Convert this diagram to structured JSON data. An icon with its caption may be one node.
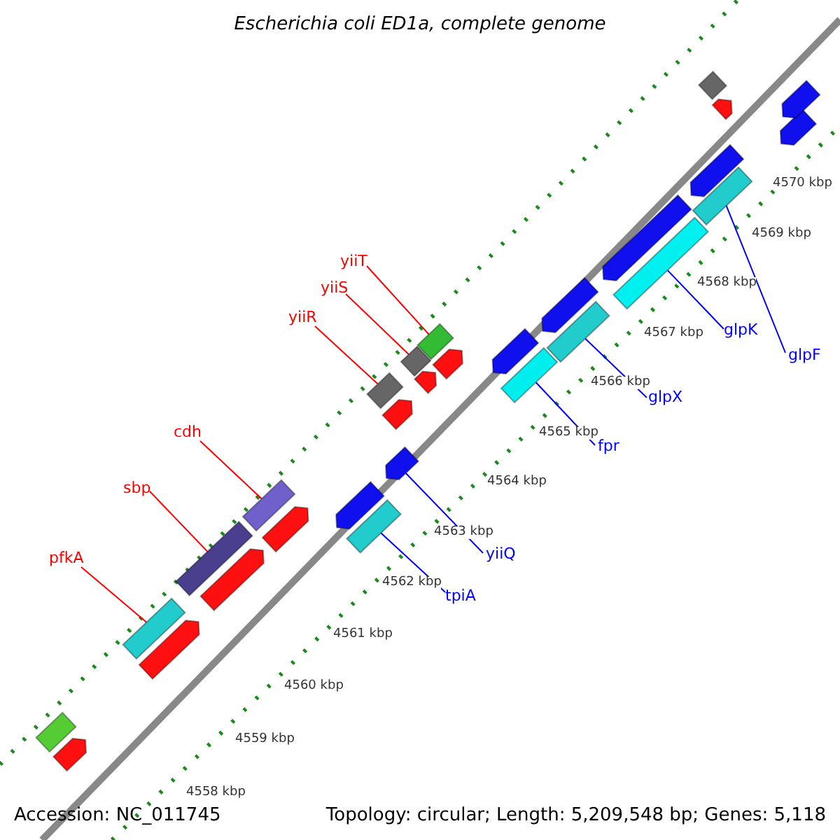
{
  "diagram": {
    "title": "Escherichia coli ED1a, complete genome",
    "nodes": [
      {
        "text": [
          "pfkA"
        ]
      },
      {
        "text": [
          "sbp"
        ]
      },
      {
        "text": [
          "cdh"
        ]
      },
      {
        "text": [
          "tpiA"
        ]
      },
      {
        "text": [
          "yiiR"
        ]
      },
      {
        "text": [
          "yiiQ"
        ]
      },
      {
        "text": [
          "yiiS"
        ]
      },
      {
        "text": [
          "yiiT"
        ]
      },
      {
        "text": [
          "fpr"
        ]
      },
      {
        "text": [
          "glpX"
        ]
      },
      {
        "text": [
          "glpK"
        ]
      },
      {
        "text": [
          "glpF"
        ]
      },
      {
        "text": [],
        "shape": "bar"
      },
      {
        "text": [],
        "shape": "arrow"
      },
      {
        "text": [],
        "shape": "bar"
      },
      {
        "text": [],
        "shape": "arrow"
      },
      {
        "text": [],
        "shape": "bar"
      },
      {
        "text": [],
        "shape": "arrow"
      },
      {
        "text": [],
        "shape": "bar"
      },
      {
        "text": [],
        "shape": "arrow"
      },
      {
        "text": [],
        "shape": "arrow"
      },
      {
        "text": [],
        "shape": "bar"
      },
      {
        "text": [],
        "shape": "bar"
      },
      {
        "text": [],
        "shape": "arrow"
      },
      {
        "text": [],
        "shape": "arrow"
      },
      {
        "text": [],
        "shape": "bar"
      },
      {
        "text": [],
        "shape": "arrow"
      },
      {
        "text": [],
        "shape": "bar"
      },
      {
        "text": [],
        "shape": "arrow"
      },
      {
        "text": [],
        "shape": "arrow"
      },
      {
        "text": [],
        "shape": "bar"
      },
      {
        "text": [],
        "shape": "arrow"
      },
      {
        "text": [],
        "shape": "bar"
      },
      {
        "text": [],
        "shape": "arrow"
      },
      {
        "text": [],
        "shape": "bar"
      },
      {
        "text": [],
        "shape": "bar"
      },
      {
        "text": [],
        "shape": "bar"
      },
      {
        "text": [],
        "shape": "arrow"
      },
      {
        "text": [],
        "shape": "arrow"
      },
      {
        "text": [],
        "shape": "arrow"
      },
      {
        "text": [],
        "shape": "arrow"
      }
    ],
    "edges": [
      {
        "from": 0,
        "to": 14,
        "arrow": "none"
      },
      {
        "from": 1,
        "to": 16,
        "arrow": "none"
      },
      {
        "from": 2,
        "to": 18,
        "arrow": "none"
      },
      {
        "from": 3,
        "to": 21,
        "arrow": "none",
        "color": "#0000ff"
      },
      {
        "from": 4,
        "to": 22,
        "arrow": "none"
      },
      {
        "from": 5,
        "to": 23,
        "arrow": "none",
        "color": "#0000ff"
      },
      {
        "from": 6,
        "to": 25,
        "arrow": "none"
      },
      {
        "from": 7,
        "to": 27,
        "arrow": "none"
      },
      {
        "from": 8,
        "to": 30,
        "arrow": "none",
        "color": "#0000ff"
      },
      {
        "from": 9,
        "to": 32,
        "arrow": "none",
        "color": "#0000ff"
      },
      {
        "from": 10,
        "to": 34,
        "arrow": "none",
        "color": "#0000ff"
      },
      {
        "from": 11,
        "to": 36,
        "arrow": "none",
        "color": "#0000ff"
      }
    ],
    "labels": [
      "4570 kbp",
      "4569 kbp",
      "4568 kbp",
      "4567 kbp",
      "4566 kbp",
      "4565 kbp",
      "4564 kbp",
      "4563 kbp",
      "4562 kbp",
      "4561 kbp",
      "4560 kbp",
      "4559 kbp",
      "4558 kbp",
      "Accession: NC_011745",
      "Topology: circular; Length: 5,209,548 bp; Genes: 5,118"
    ]
  }
}
